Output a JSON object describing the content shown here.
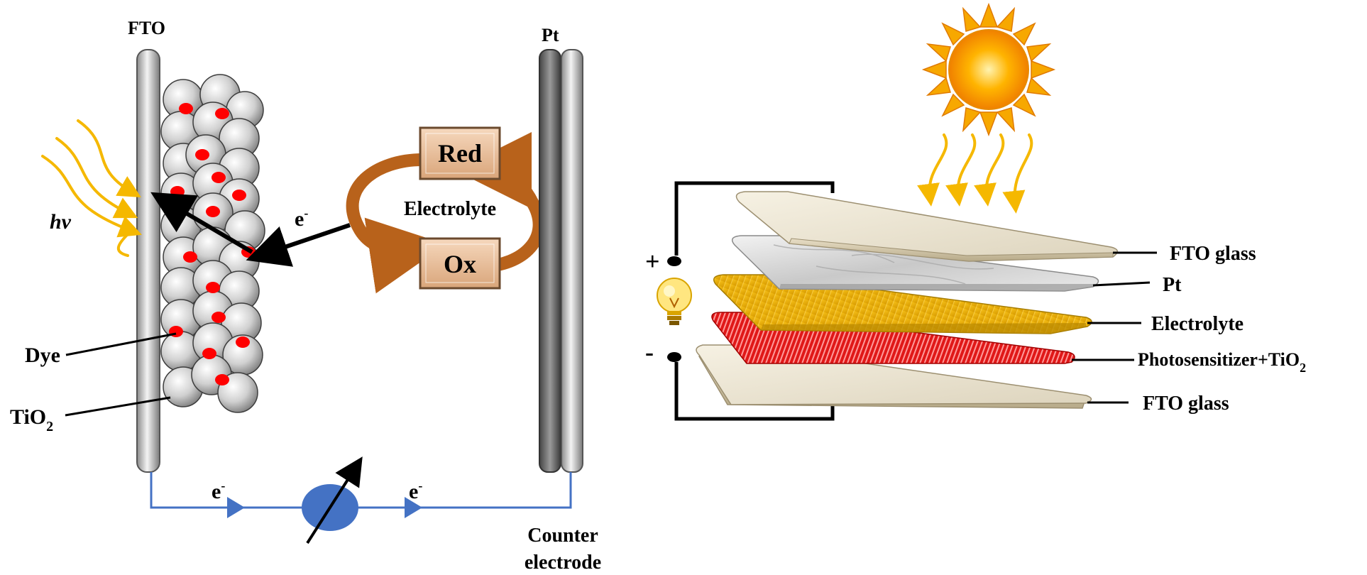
{
  "left_panel": {
    "fto_label": "FTO",
    "pt_label": "Pt",
    "hv_label": "hv",
    "dye_label": "Dye",
    "tio2_label_main": "TiO",
    "tio2_label_sub": "2",
    "electron_label_main": "e",
    "electron_label_sup": "-",
    "red_label": "Red",
    "ox_label": "Ox",
    "electrolyte_label": "Electrolyte",
    "counter_electrode_line1": "Counter",
    "counter_electrode_line2": "electrode"
  },
  "right_panel": {
    "plus_sign": "+",
    "minus_sign": "-",
    "layers": {
      "fto_glass_top": "FTO glass",
      "pt": "Pt",
      "electrolyte": "Electrolyte",
      "photosensitizer_main": "Photosensitizer+TiO",
      "photosensitizer_sub": "2",
      "fto_glass_bottom": "FTO glass"
    }
  },
  "colors": {
    "circuit_wire": "#4472c4",
    "meter": "#4472c4",
    "light_rays": "#f5b800",
    "dye_dot": "#ff0000",
    "ox_red_box": "#e8b48c",
    "redox_arrow": "#b8621b",
    "electrolyte_layer": "#e8b000",
    "photosensitizer_layer": "#e01010",
    "glass_layer": "#ede7d6"
  },
  "icons": [
    "sun-icon",
    "light-bulb-icon",
    "ammeter-icon"
  ]
}
